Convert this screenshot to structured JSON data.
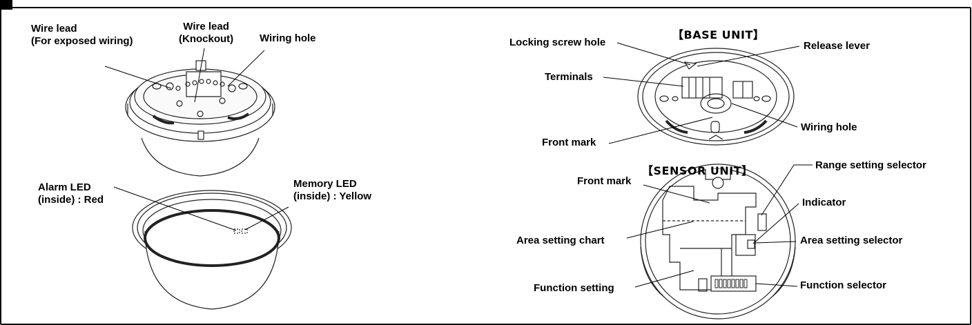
{
  "left_diagram": {
    "wire_lead_exposed": [
      "Wire lead",
      "(For exposed wiring)"
    ],
    "wire_lead_knockout": [
      "Wire lead",
      "(Knockout)"
    ],
    "wiring_hole": "Wiring hole",
    "alarm_led": [
      "Alarm  LED",
      "(inside) : Red"
    ],
    "memory_led": [
      "Memory LED",
      "(inside) : Yellow"
    ]
  },
  "base_unit": {
    "header": "【BASE UNIT】",
    "locking_screw_hole": "Locking screw hole",
    "release_lever": "Release lever",
    "terminals": "Terminals",
    "wiring_hole": "Wiring hole",
    "front_mark": "Front mark"
  },
  "sensor_unit": {
    "header": "【SENSOR UNIT】",
    "range_setting_selector": "Range setting selector",
    "front_mark": "Front mark",
    "indicator": "Indicator",
    "area_setting_chart": "Area setting chart",
    "area_setting_selector": "Area setting selector",
    "function_setting": "Function setting",
    "function_selector": "Function selector"
  }
}
